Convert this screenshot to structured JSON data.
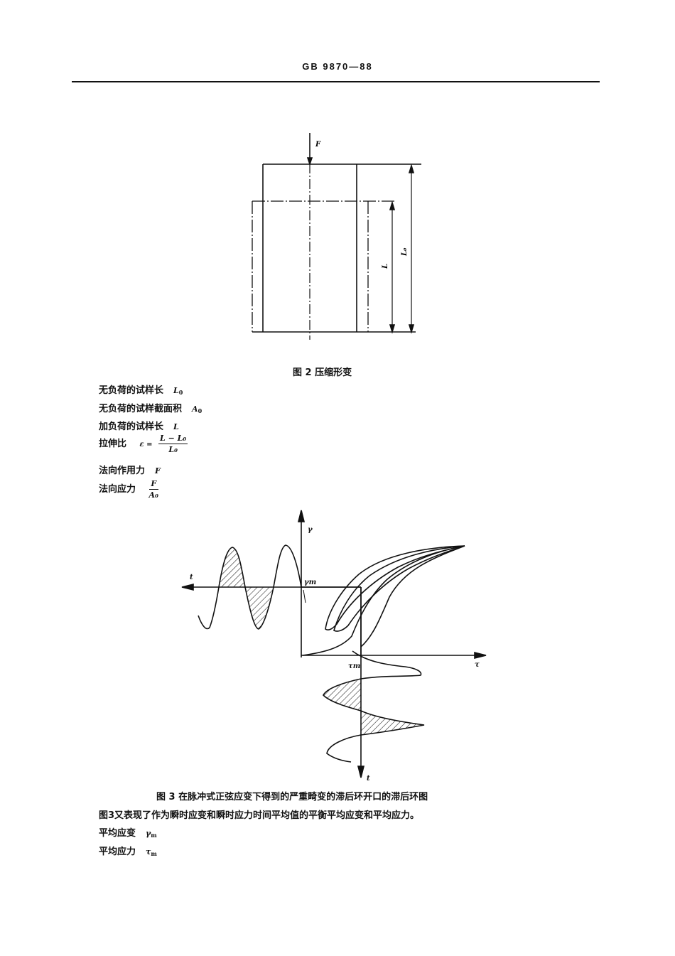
{
  "header": {
    "standard_code": "GB 9870—88"
  },
  "figure2": {
    "caption": "图 2   压缩形变",
    "labels": {
      "force": "F",
      "compressed_length": "L",
      "original_length": "L₀"
    }
  },
  "definitions": [
    {
      "label": "无负荷的试样长",
      "symbol": "L",
      "sub": "0"
    },
    {
      "label": "无负荷的试样截面积",
      "symbol": "A",
      "sub": "0"
    },
    {
      "label": "加负荷的试样长",
      "symbol": "L",
      "sub": ""
    },
    {
      "label": "拉伸比",
      "formula_prefix": "ε =",
      "numerator": "L − L₀",
      "denominator": "L₀"
    },
    {
      "label": "法向作用力",
      "symbol": "F",
      "sub": ""
    },
    {
      "label": "法向应力",
      "numerator": "F",
      "denominator": "A₀"
    }
  ],
  "figure3": {
    "caption": "图 3   在脉冲式正弦应变下得到的严重畸变的滞后环开口的滞后环图",
    "labels": {
      "y_axis": "γ",
      "x_axis": "τ",
      "time_left": "t",
      "time_down": "t",
      "gamma_m": "γm",
      "tau_m": "τm"
    }
  },
  "body_text": {
    "paragraph": "图3又表现了作为瞬时应变和瞬时应力时间平均值的平衡平均应变和平均应力。",
    "mean_strain": {
      "label": "平均应变",
      "symbol": "γ",
      "sub": "m"
    },
    "mean_stress": {
      "label": "平均应力",
      "symbol": "τ",
      "sub": "m"
    }
  }
}
